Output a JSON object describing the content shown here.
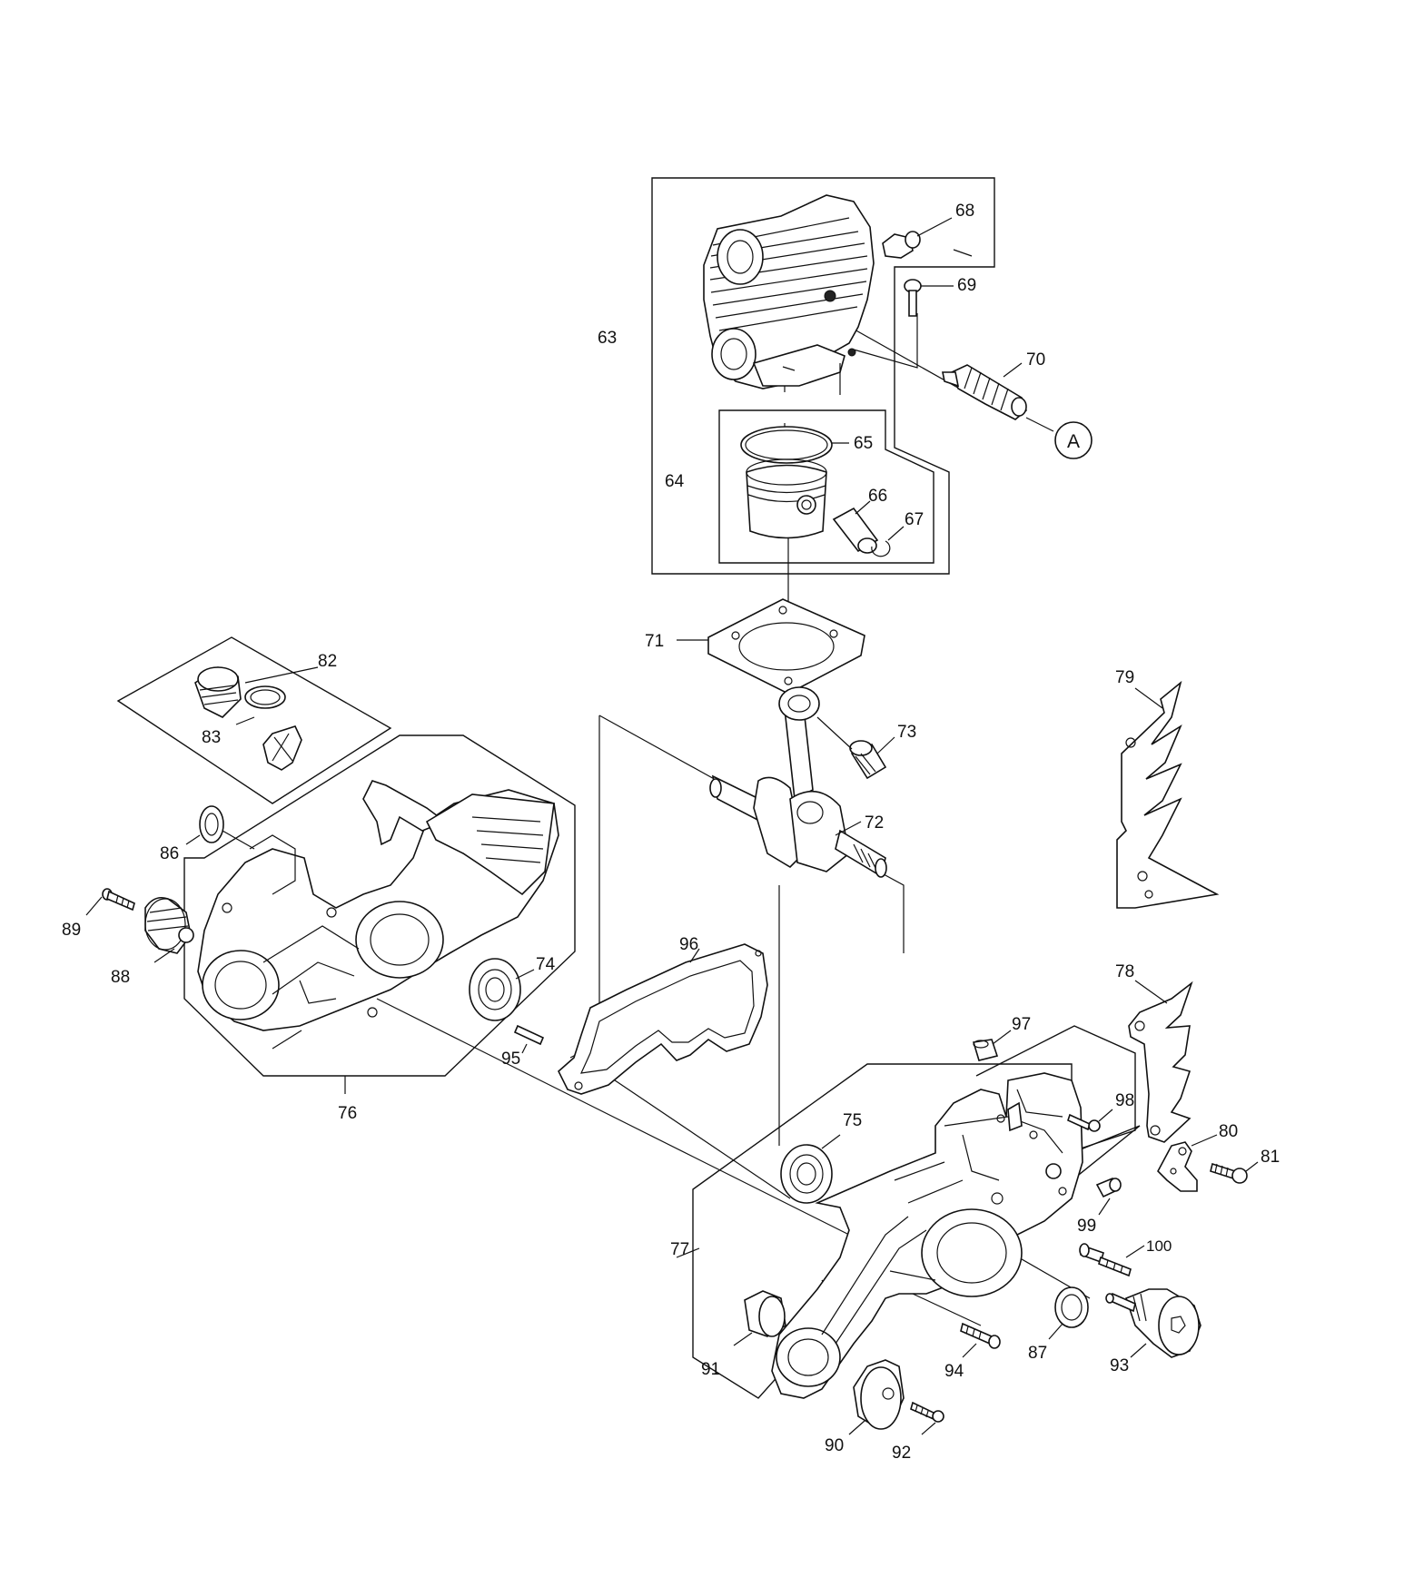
{
  "labels": {
    "p63": "63",
    "p64": "64",
    "p65": "65",
    "p66": "66",
    "p67": "67",
    "p68": "68",
    "p69": "69",
    "p70": "70",
    "p71": "71",
    "p72": "72",
    "p73": "73",
    "p74": "74",
    "p75": "75",
    "p76": "76",
    "p77": "77",
    "p78": "78",
    "p79": "79",
    "p80": "80",
    "p81": "81",
    "p82": "82",
    "p83": "83",
    "p86": "86",
    "p87": "87",
    "p88": "88",
    "p89": "89",
    "p90": "90",
    "p91": "91",
    "p92": "92",
    "p93": "93",
    "p94": "94",
    "p95": "95",
    "p96": "96",
    "p97": "97",
    "p98": "98",
    "p99": "99",
    "p100": "100"
  },
  "callout_a": "A",
  "colors": {
    "ink": "#111111",
    "paper": "#ffffff"
  }
}
